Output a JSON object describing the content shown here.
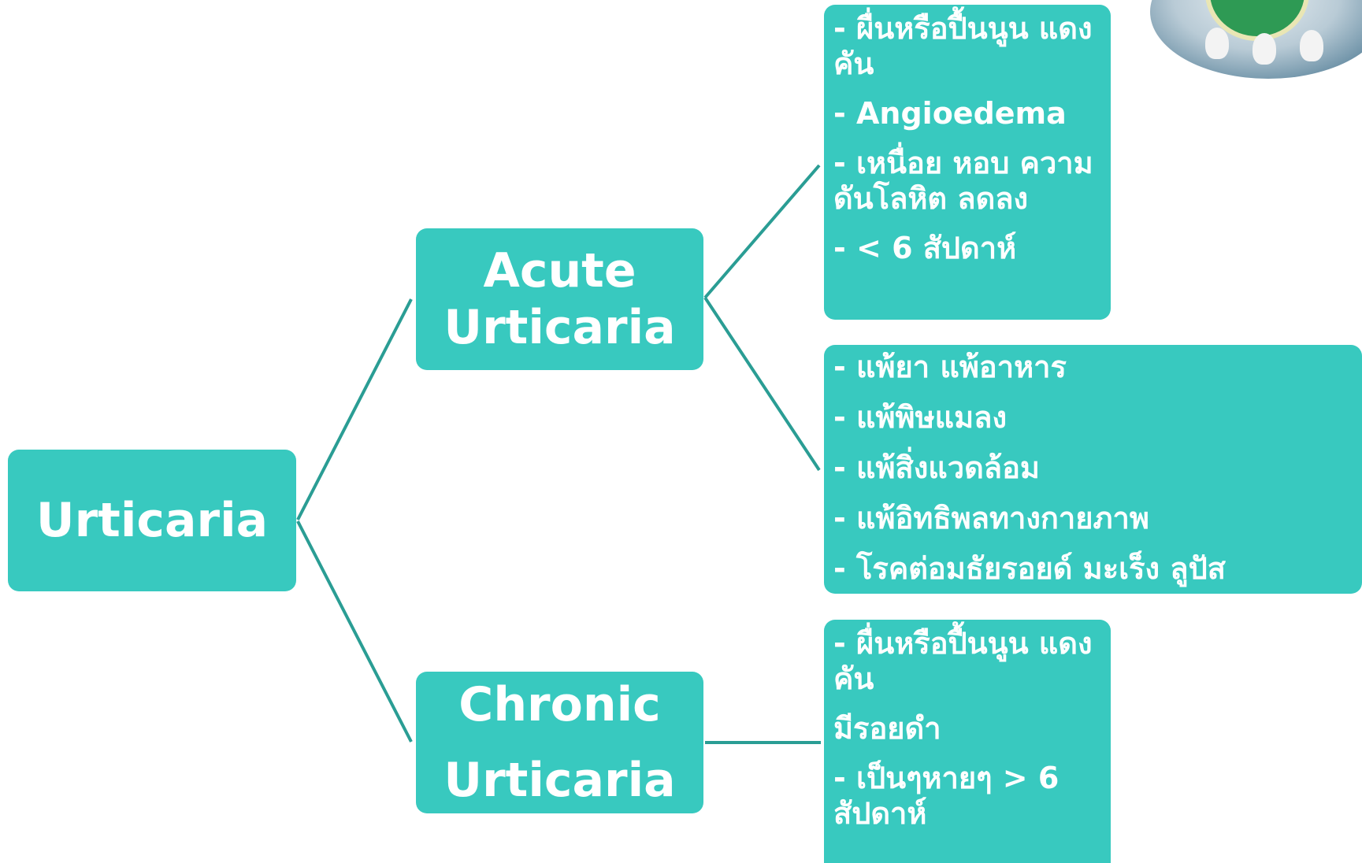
{
  "diagram": {
    "root": {
      "label": "Urticaria"
    },
    "acute": {
      "label": "Acute Urticaria",
      "symptoms": [
        "- ผื่นหรือปื้นนูน แดงคัน",
        "- Angioedema",
        "- เหนื่อย  หอบ ความดันโลหิต ลดลง",
        "- < 6 สัปดาห์"
      ],
      "causes": [
        "- แพ้ยา แพ้อาหาร",
        "- แพ้พิษแมลง",
        "- แพ้สิ่งแวดล้อม",
        "- แพ้อิทธิพลทางกายภาพ",
        "- โรคต่อมธัยรอยด์ มะเร็ง ลูปัส"
      ]
    },
    "chronic": {
      "label_line1": "Chronic",
      "label_line2": "Urticaria",
      "details": [
        "- ผื่นหรือปื้นนูน แดงคัน",
        "มีรอยดำ",
        "- เป็นๆหายๆ > 6 สัปดาห์"
      ]
    }
  },
  "colors": {
    "box": "#38c9bf",
    "connector": "#2a9d94",
    "text": "#ffffff"
  },
  "icons": {
    "logo": "hospital-logo-emblem"
  }
}
